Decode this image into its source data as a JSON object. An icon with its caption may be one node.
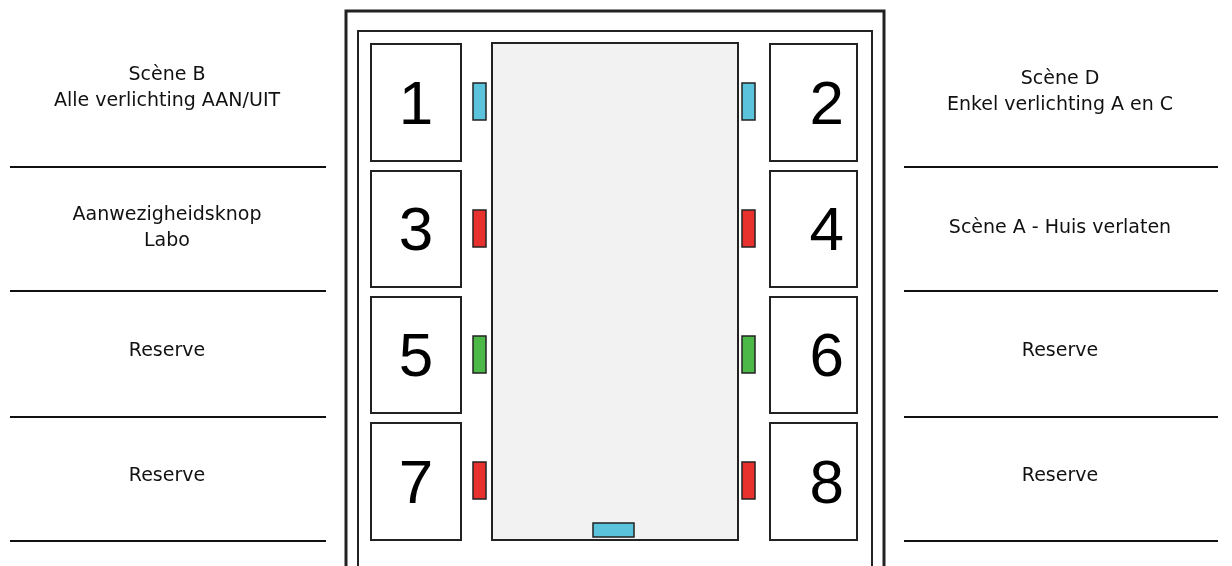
{
  "diagram": {
    "nodes": [
      {
        "text": [
          "1"
        ]
      },
      {
        "text": [
          "2"
        ]
      },
      {
        "text": [
          "3"
        ]
      },
      {
        "text": [
          "4"
        ]
      },
      {
        "text": [
          "5"
        ]
      },
      {
        "text": [
          "6"
        ]
      },
      {
        "text": [
          "7"
        ]
      },
      {
        "text": [
          "8"
        ]
      }
    ],
    "labels": [
      "Scène B",
      "Alle verlichting AAN/UIT",
      "Scène D",
      "Enkel verlichting A en C",
      "Aanwezigheidsknop Labo",
      "Scène A - Huis verlaten",
      "Reserve",
      "Reserve",
      "Reserve",
      "Reserve"
    ]
  }
}
